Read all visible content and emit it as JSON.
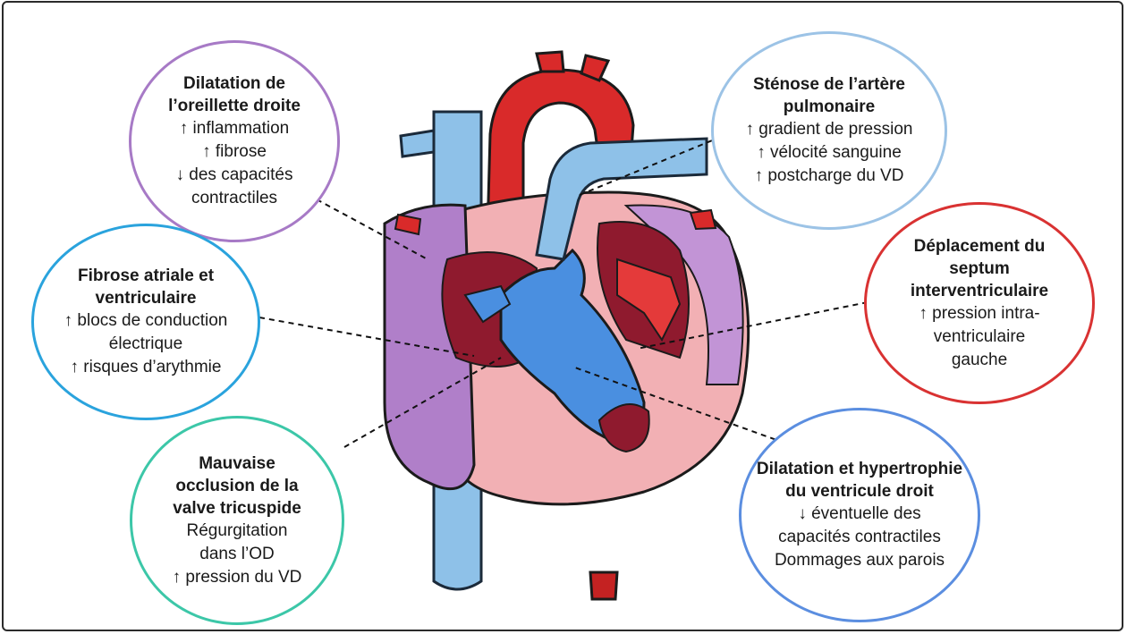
{
  "colors": {
    "purple": "#a77ac6",
    "light_blue": "#9cc3e6",
    "blue": "#2aa3dd",
    "red": "#d93232",
    "teal": "#3cc7a8",
    "mid_blue": "#5b8ee0"
  },
  "bubbles": {
    "dilatation_od": {
      "title": "Dilatation de l’oreillette droite",
      "lines": [
        "↑ inflammation",
        "↑ fibrose",
        "↓ des capacités contractiles"
      ]
    },
    "stenose": {
      "title": "Sténose de l’artère pulmonaire",
      "lines": [
        "↑ gradient de pression",
        "↑ vélocité sanguine",
        "↑ postcharge du VD"
      ]
    },
    "fibrose": {
      "title": "Fibrose atriale et ventriculaire",
      "lines": [
        "↑ blocs de conduction électrique",
        "↑ risques d’arythmie"
      ]
    },
    "deplacement": {
      "title": "Déplacement du septum interventriculaire",
      "lines": [
        "↑ pression intra-ventriculaire gauche"
      ]
    },
    "occlusion": {
      "title": "Mauvaise occlusion de la valve tricuspide",
      "lines": [
        "Régurgitation dans l’OD",
        "↑ pression du VD"
      ]
    },
    "hypertrophie": {
      "title": "Dilatation et hypertrophie du ventricule droit",
      "lines": [
        "↓ éventuelle des capacités contractiles",
        "Dommages aux parois"
      ]
    }
  }
}
